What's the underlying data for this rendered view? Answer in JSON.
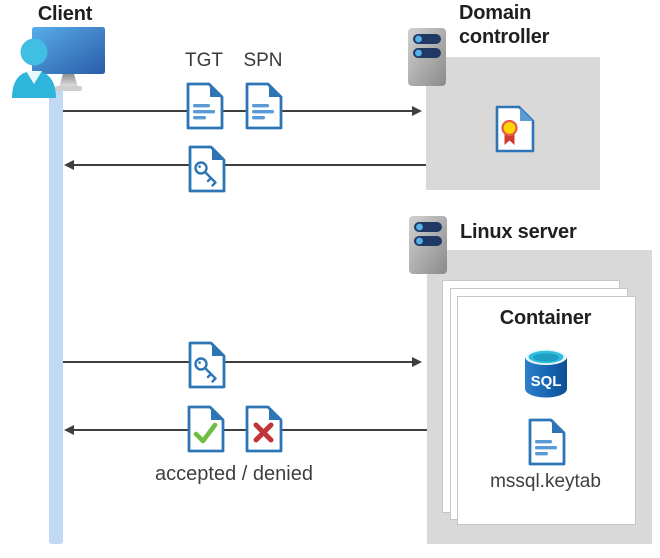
{
  "diagram": {
    "client": {
      "label": "Client"
    },
    "domain_controller": {
      "label": "Domain controller"
    },
    "linux_server": {
      "label": "Linux server"
    },
    "container": {
      "label": "Container",
      "sql_badge": "SQL",
      "keytab_label": "mssql.keytab"
    },
    "flow": {
      "tgt_label": "TGT",
      "spn_label": "SPN",
      "result_label": "accepted / denied"
    },
    "icons": [
      "client-workstation-icon",
      "lifeline-bar",
      "server-icon",
      "ticket-document-icon",
      "key-document-icon",
      "certificate-icon",
      "accepted-document-icon",
      "denied-document-icon",
      "sql-database-icon",
      "keytab-document-icon"
    ],
    "colors": {
      "doc_border_blue": "#2E75B6",
      "doc_line_blue": "#5B9BD5",
      "person_cyan": "#35BCE0",
      "lifeline_blue": "#C2D9F5",
      "box_gray": "#D9D9D9",
      "arrow_gray": "#3F3F3F",
      "check_green": "#6FBE44",
      "cross_red": "#C13437",
      "cert_yellow": "#FFD400",
      "cert_ribbon_red": "#CE3A31",
      "sql_blue": "#1464B0",
      "server_bar_navy": "#203864"
    }
  }
}
